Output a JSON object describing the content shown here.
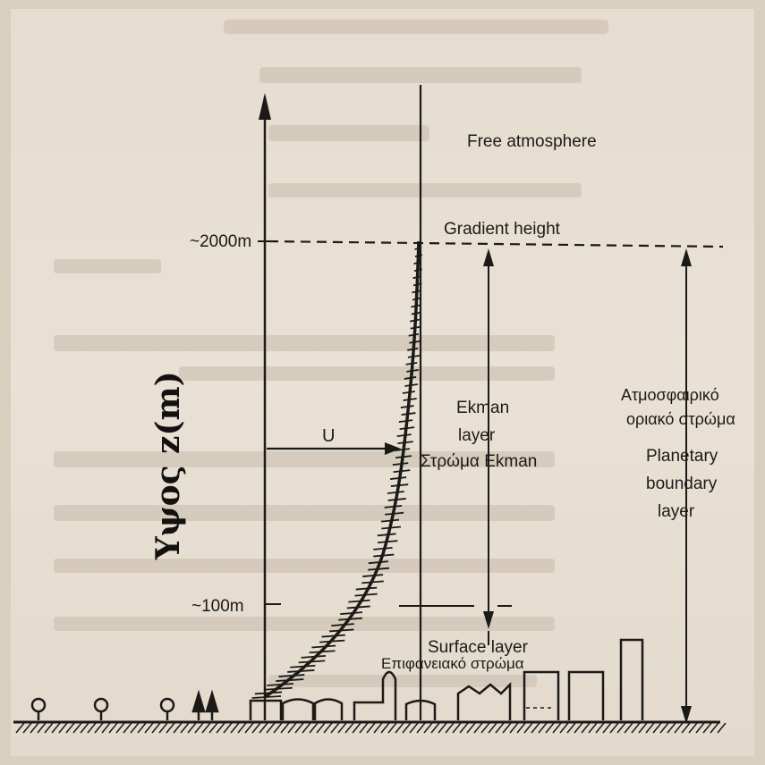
{
  "diagram": {
    "y_axis_label": "Υψος z(m)",
    "free_atmosphere": "Free atmosphere",
    "gradient_height": "Gradient height",
    "height_2000": "~2000m",
    "height_100": "~100m",
    "velocity_symbol": "U",
    "ekman": {
      "line1": "Ekman",
      "line2": "layer",
      "line3": "Στρώμα Ekman"
    },
    "abl_greek": {
      "line1": "Ατμοσφαιρικό",
      "line2": "οριακό στρώμα"
    },
    "pbl": {
      "line1": "Planetary",
      "line2": "boundary",
      "line3": "layer"
    },
    "surface_layer": {
      "english": "Surface layer",
      "greek": "Επιφανειακό στρώμα"
    }
  },
  "colors": {
    "ink": "#1c1a17",
    "paper": "#e6ddd0"
  }
}
